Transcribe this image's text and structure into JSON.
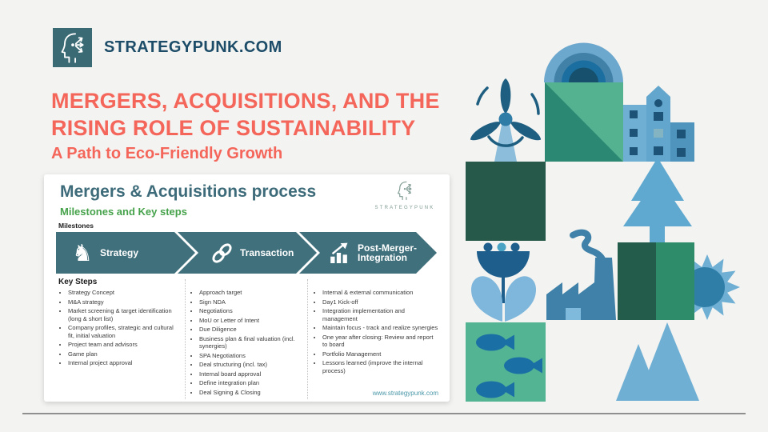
{
  "brand": {
    "name": "STRATEGYPUNK.COM"
  },
  "hero": {
    "title_line1": "MERGERS, ACQUISITIONS, AND THE",
    "title_line2": "RISING ROLE OF SUSTAINABILITY",
    "subtitle": "A Path to Eco-Friendly Growth"
  },
  "slide": {
    "title": "Mergers & Acquisitions process",
    "subtitle": "Milestones and Key steps",
    "logo_text": "STRATEGYPUNK",
    "milestones_label": "Milestones",
    "key_steps_label": "Key Steps",
    "footer": "www.strategypunk.com",
    "stages": [
      {
        "label": "Strategy",
        "icon": "knight-icon",
        "glyph": "♞"
      },
      {
        "label": "Transaction",
        "icon": "chain-icon"
      },
      {
        "label_line1": "Post-Merger-",
        "label_line2": "Integration",
        "icon": "growth-chart-icon"
      }
    ],
    "columns": [
      {
        "items": [
          "Strategy Concept",
          "M&A strategy",
          "Market screening & target identification (long & short list)",
          "Company profiles, strategic and cultural fit, initial valuation",
          "Project team and advisors",
          "Game plan",
          "Internal project approval"
        ]
      },
      {
        "items": [
          "Approach target",
          "Sign NDA",
          "Negotiations",
          "MoU or Letter of Intent",
          "Due Diligence",
          "Business plan & final valuation (incl. synergies)",
          "SPA Negotiations",
          "Deal structuring (incl. tax)",
          "Internal board approval",
          "Define integration plan",
          "Deal Signing & Closing"
        ]
      },
      {
        "items": [
          "Internal & external communication",
          "Day1 Kick-off",
          "Integration implementation and management",
          "Maintain focus - track and realize synergies",
          "One year after closing: Review and report to board",
          "Portfolio Management",
          "Lessons learned (improve the internal process)"
        ]
      }
    ]
  },
  "illustration": {
    "icons": [
      "wind-turbine",
      "rainbow-arch",
      "eco-building",
      "city-buildings",
      "pine-tree",
      "flower",
      "factory",
      "sun",
      "fish-pond",
      "mountains"
    ]
  },
  "colors": {
    "accent_coral": "#f4655a",
    "brand_navy": "#1c4c68",
    "logo_teal": "#3a6b74",
    "slide_title": "#3d6b7a",
    "subtitle_green": "#45a24a",
    "arrow_teal": "#40707c",
    "footer_teal": "#4a97a8",
    "light_blue": "#6fafd4",
    "medium_blue": "#4e94bd",
    "steel_blue": "#3f81a8",
    "dark_navy": "#1d5377",
    "dark_green": "#26594a",
    "medium_green": "#2e8c6a",
    "mint_green": "#55b291",
    "fish_green": "#53b493"
  }
}
